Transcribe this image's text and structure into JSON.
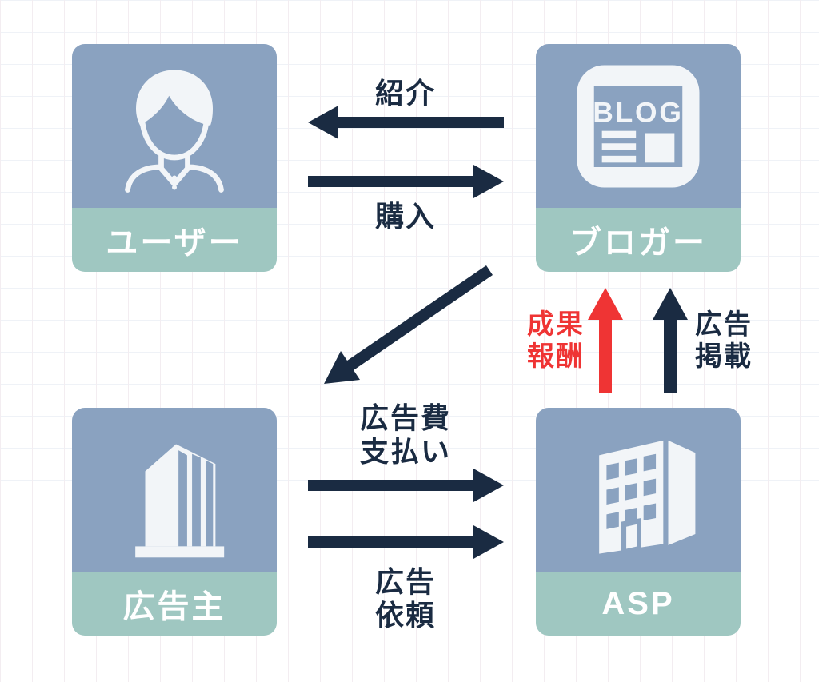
{
  "diagram": {
    "nodes": {
      "user": {
        "label": "ユーザー"
      },
      "blogger": {
        "label": "ブロガー",
        "icon_text": "BLOG"
      },
      "advertiser": {
        "label": "広告主"
      },
      "asp": {
        "label": "ASP"
      }
    },
    "arrows": {
      "referral": {
        "label": "紹介",
        "direction": "blogger-to-user"
      },
      "purchase": {
        "label": "購入",
        "direction": "user-to-blogger"
      },
      "diagonal": {
        "label": "",
        "direction": "blogger-to-advertiser"
      },
      "reward": {
        "label": "成果\n報酬",
        "direction": "asp-to-blogger",
        "color": "#ef3434"
      },
      "ad_publish": {
        "label": "広告\n掲載",
        "direction": "asp-to-blogger"
      },
      "ad_fee": {
        "label": "広告費\n支払い",
        "direction": "advertiser-to-asp"
      },
      "ad_request": {
        "label": "広告\n依頼",
        "direction": "advertiser-to-asp"
      }
    },
    "colors": {
      "card_blue": "#8aa2c0",
      "card_teal": "#9fc7c1",
      "arrow_navy": "#1a2b42",
      "arrow_red": "#ef3434",
      "icon_white": "#f2f5f8",
      "background": "#ffffff"
    }
  }
}
